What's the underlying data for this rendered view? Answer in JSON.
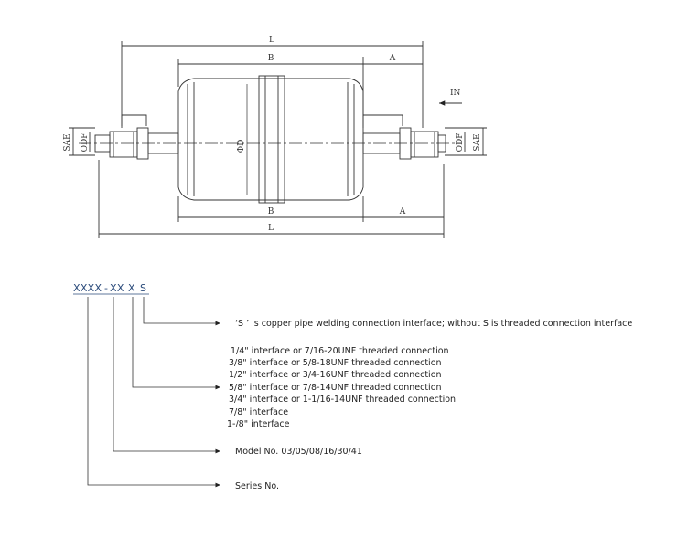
{
  "drawing": {
    "dim_L_top": "L",
    "dim_B_top": "B",
    "dim_A_top": "A",
    "dim_B_bottom": "B",
    "dim_A_bottom": "A",
    "dim_L_bottom": "L",
    "diameter": "ΦD",
    "flow_label": "IN",
    "sae_left": "SAE",
    "odf_left": "ODF",
    "odf_right": "ODF",
    "sae_right": "SAE"
  },
  "legend": {
    "model_parts": [
      "XXXX",
      "-",
      "XX",
      "X",
      "S"
    ],
    "s_note": "‘S ’ is copper pipe welding connection interface; without S is threaded connection interface",
    "interfaces": [
      "1/4\" interface or 7/16-20UNF threaded connection",
      "3/8\" interface or 5/8-18UNF threaded connection",
      "1/2\" interface or 3/4-16UNF threaded connection",
      "5/8\" interface or 7/8-14UNF threaded connection",
      "3/4\" interface or 1-1/16-14UNF threaded connection",
      "7/8\" interface",
      "1-/8\" interface"
    ],
    "model_no": "Model No. 03/05/08/16/30/41",
    "series_no": "Series No."
  },
  "colors": {
    "line": "#333333",
    "model_text": "#2a4a7a"
  }
}
